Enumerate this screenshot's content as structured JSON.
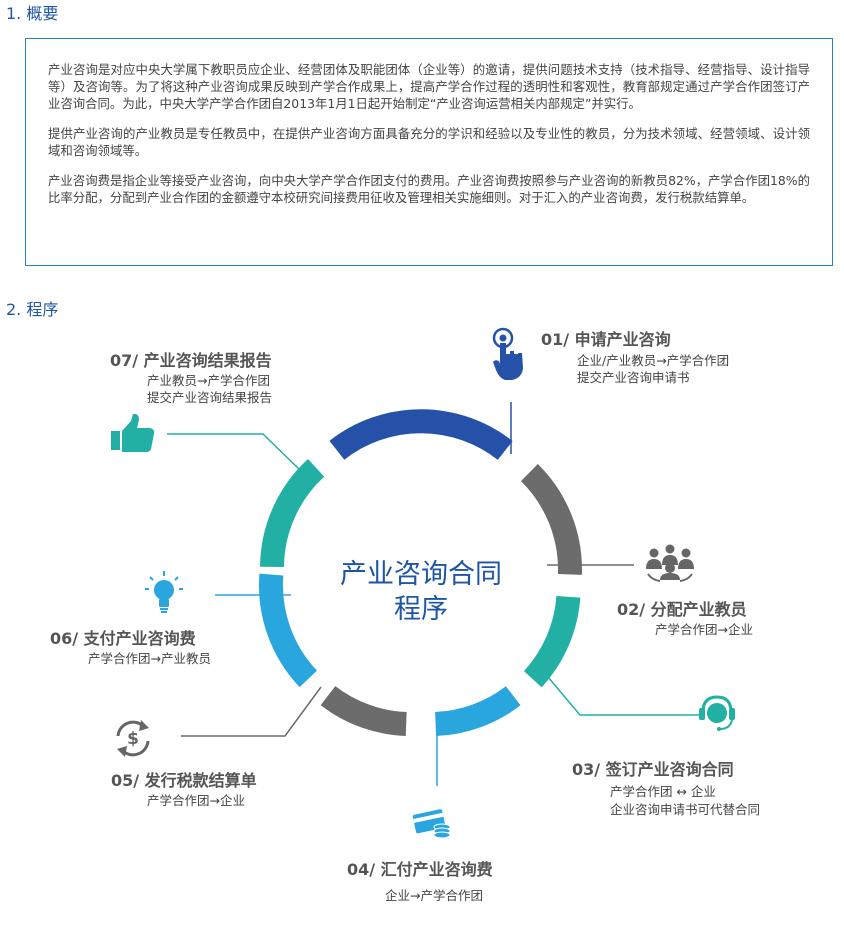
{
  "section1": {
    "title": "1. 概要",
    "paragraphs": [
      "产业咨询是对应中央大学属下教职员应企业、经营团体及职能团体（企业等）的邀请，提供问题技术支持（技术指导、经营指导、设计指导等）及咨询等。为了将这种产业咨询成果反映到产学合作成果上，提高产学合作过程的透明性和客观性，教育部规定通过产学合作团签订产业咨询合同。为此，中央大学产学合作团自2013年1月1日起开始制定“产业咨询运营相关内部规定”并实行。",
      "提供产业咨询的产业教员是专任教员中，在提供产业咨询方面具备充分的学识和经验以及专业性的教员，分为技术领域、经营领域、设计领域和咨询领域等。",
      "产业咨询费是指企业等接受产业咨询，向中央大学产学合作团支付的费用。产业咨询费按照参与产业咨询的新教员82%，产学合作团18%的比率分配，分配到产业合作团的金额遵守本校研究间接费用征收及管理相关实施细则。对于汇入的产业咨询费，发行税款结算单。"
    ]
  },
  "section2": {
    "title": "2. 程序",
    "center": [
      "产业咨询合同",
      "程序"
    ],
    "steps": [
      {
        "title": "01/ 申请产业咨询",
        "lines": [
          "企业/产业教员→产学合作团",
          "提交产业咨询申请书"
        ],
        "icon": "touch-hand-icon"
      },
      {
        "title": "02/ 分配产业教员",
        "lines": [
          "产学合作团→企业"
        ],
        "icon": "group-people-icon"
      },
      {
        "title": "03/ 签订产业咨询合同",
        "lines": [
          "产学合作团 ↔ 企业",
          "企业咨询申请书可代替合同"
        ],
        "icon": "headset-icon"
      },
      {
        "title": "04/ 汇付产业咨询费",
        "lines": [
          "企业→产学合作团"
        ],
        "icon": "card-coins-icon"
      },
      {
        "title": "05/ 发行税款结算单",
        "lines": [
          "产学合作团→企业"
        ],
        "icon": "dollar-cycle-icon"
      },
      {
        "title": "06/ 支付产业咨询费",
        "lines": [
          "产学合作团→产业教员"
        ],
        "icon": "lightbulb-icon"
      },
      {
        "title": "07/ 产业咨询结果报告",
        "lines": [
          "产业教员→产学合作团",
          "提交产业咨询结果报告"
        ],
        "icon": "thumbs-up-icon"
      }
    ]
  },
  "colors": {
    "blue_dark": "#2552a8",
    "gray": "#6c6c6c",
    "teal": "#22b0a4",
    "sky": "#2aa6de"
  }
}
